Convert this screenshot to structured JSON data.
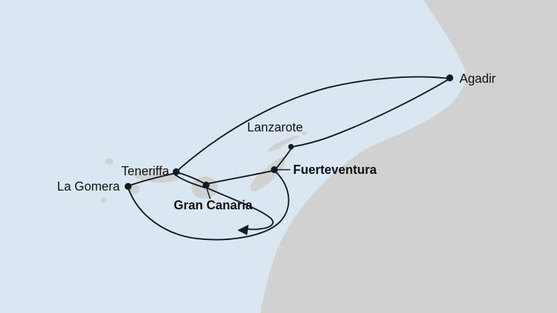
{
  "map": {
    "kind": "cruise-route-map",
    "sea_color": "#d9e7f1",
    "land_color": "#d1d1d1",
    "route_color": "#101c24",
    "label_color": "#111111",
    "ports": {
      "agadir": {
        "label": "Agadir",
        "emphasis": "regular"
      },
      "lanzarote": {
        "label": "Lanzarote",
        "emphasis": "regular"
      },
      "teneriffa": {
        "label": "Teneriffa",
        "emphasis": "regular"
      },
      "fuerteventura": {
        "label": "Fuerteventura",
        "emphasis": "bold"
      },
      "la_gomera": {
        "label": "La Gomera",
        "emphasis": "regular"
      },
      "gran_canaria": {
        "label": "Gran Canaria",
        "emphasis": "bold"
      }
    },
    "route_segments": [
      "Teneriffa – Agadir",
      "Agadir – Lanzarote",
      "Lanzarote – Fuerteventura",
      "Fuerteventura – Gran Canaria",
      "Gran Canaria – Teneriffa",
      "Teneriffa – La Gomera",
      "Fuerteventura – La Gomera (southern loop with direction arrow)",
      "Gran Canaria – southern loop"
    ],
    "has_direction_arrow": true
  }
}
